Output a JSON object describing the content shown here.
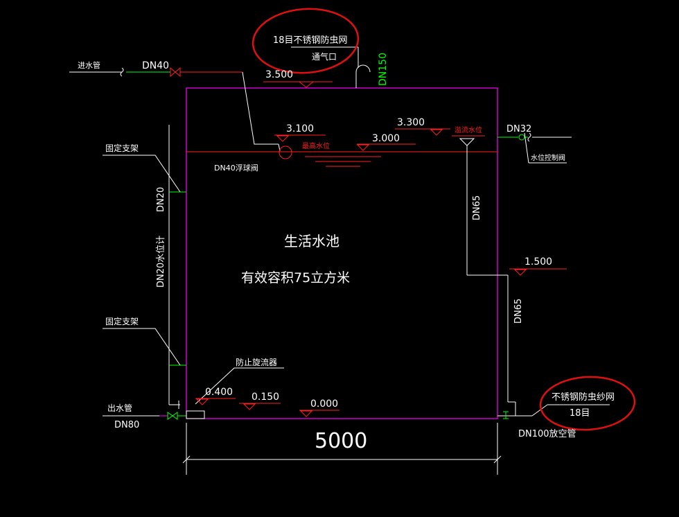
{
  "labels": {
    "inlet_pipe": "进水管",
    "inlet_dn": "DN40",
    "vent_mesh": "18目不锈钢防虫网",
    "vent_port": "通气口",
    "vent_dn": "DN150",
    "elev_top": "3.500",
    "elev_max": "3.100",
    "max_level": "最高水位",
    "elev_overflow": "3.300",
    "overflow_level": "溢流水位",
    "elev_3000": "3.000",
    "float_valve": "DN40浮球阀",
    "dn32": "DN32",
    "level_valve": "水位控制阀",
    "fixed_support_1": "固定支架",
    "fixed_support_2": "固定支架",
    "dn20": "DN20",
    "level_gauge": "DN20水位计",
    "tank_name": "生活水池",
    "tank_volume": "有效容积75立方米",
    "dn65_a": "DN65",
    "elev_1500": "1.500",
    "dn65_b": "DN65",
    "vortex": "防止旋流器",
    "elev_0400": "0.400",
    "elev_0150": "0.150",
    "elev_0000": "0.000",
    "outlet_pipe": "出水管",
    "outlet_dn": "DN80",
    "drain_mesh": "不锈钢防虫纱网",
    "drain_mesh_size": "18目",
    "drain_dn": "DN100放空管",
    "width_dim": "5000"
  },
  "colors": {
    "tank_outline": "#ff00ff",
    "water_line": "#ff2020",
    "pipe_white": "#ffffff",
    "pipe_green": "#00ff00",
    "highlight_circle": "#e01010",
    "dn150_text": "#00ff00"
  }
}
